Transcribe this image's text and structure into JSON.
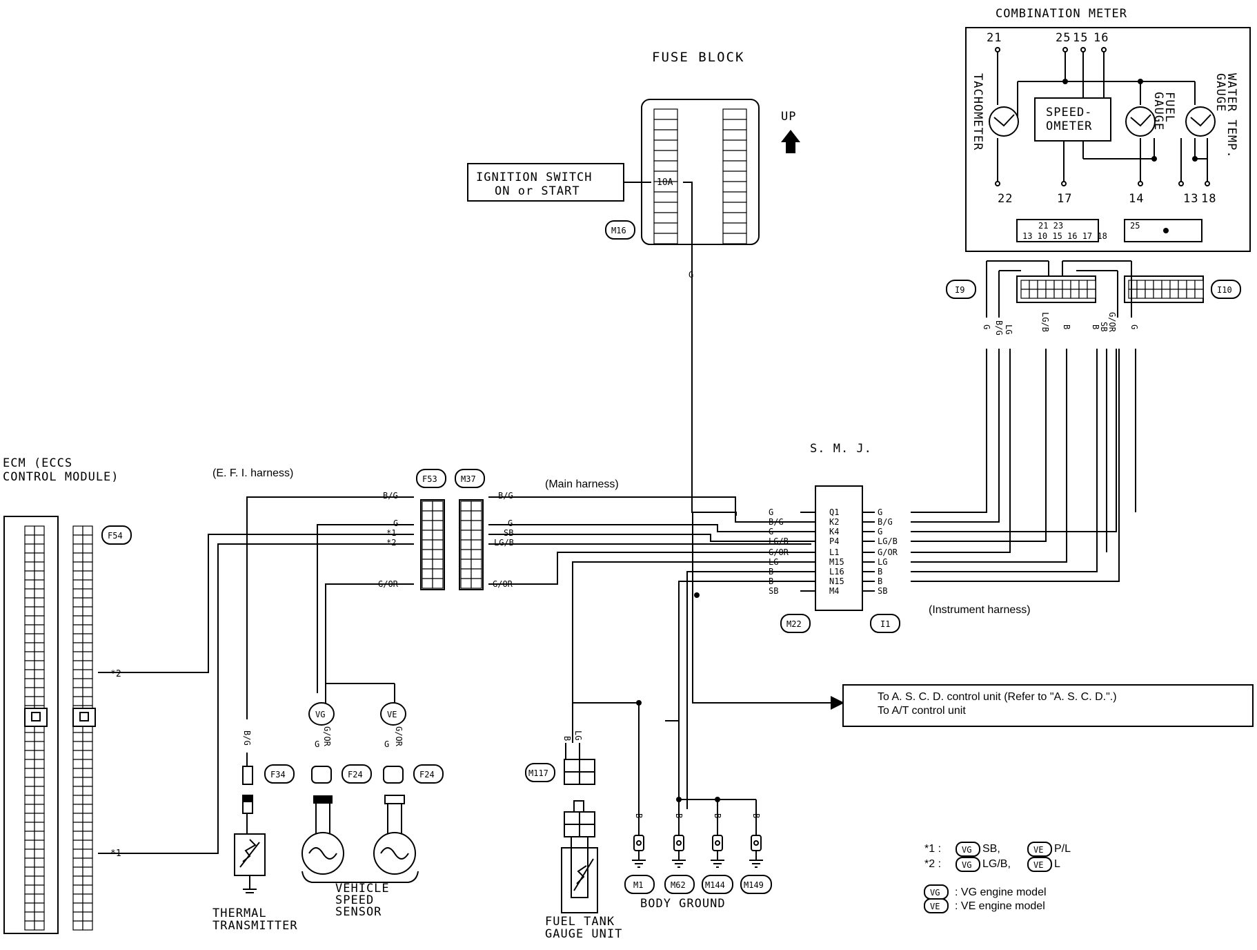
{
  "titles": {
    "fuse_block": "FUSE BLOCK",
    "combination_meter": "COMBINATION METER",
    "ecm_line1": "ECM (ECCS",
    "ecm_line2": "CONTROL MODULE)",
    "smj": "S. M. J.",
    "efi_harness": "(E. F. I. harness)",
    "main_harness": "(Main harness)",
    "instrument_harness": "(Instrument harness)",
    "up": "UP"
  },
  "ignition": {
    "line1": "IGNITION SWITCH",
    "line2": "ON or START",
    "fuse": "10A"
  },
  "meter": {
    "tachometer": "TACHOMETER",
    "speedometer_1": "SPEED-",
    "speedometer_2": "OMETER",
    "fuel_gauge_1": "FUEL",
    "fuel_gauge_2": "GAUGE",
    "water_temp_1": "WATER TEMP.",
    "water_temp_2": "GAUGE",
    "pins_top": [
      "21",
      "25",
      "15",
      "16"
    ],
    "pins_bottom": [
      "22",
      "17",
      "14",
      "13",
      "18"
    ],
    "conn_a_top": "21  23",
    "conn_a_bot": "13 10 15  16 17 18",
    "conn_b": "25"
  },
  "connectors": {
    "m16": "M16",
    "i9": "I9",
    "i10": "I10",
    "f53": "F53",
    "m37": "M37",
    "f54": "F54",
    "m22": "M22",
    "i1": "I1",
    "f34": "F34",
    "f24a": "F24",
    "f24b": "F24",
    "m117": "M117",
    "m1": "M1",
    "m62": "M62",
    "m144": "M144",
    "m149": "M149"
  },
  "smj": {
    "left_colors": [
      "G",
      "B/G",
      "G",
      "LG/B",
      "G/OR",
      "LG",
      "B",
      "B",
      "SB"
    ],
    "pins": [
      "Q1",
      "K2",
      "K4",
      "P4",
      "L1",
      "M15",
      "L16",
      "N15",
      "M4"
    ],
    "right_colors": [
      "G",
      "B/G",
      "G",
      "LG/B",
      "G/OR",
      "LG",
      "B",
      "B",
      "SB"
    ]
  },
  "instrument_colors": [
    "G",
    "B/G",
    "LG",
    "LG/B",
    "B",
    "B",
    "G/OR",
    "SB",
    "G"
  ],
  "efi_colors": [
    "B/G",
    "G",
    "*1",
    "*2",
    "G/OR"
  ],
  "main_colors": [
    "B/G",
    "G",
    "SB",
    "LG/B",
    "G/OR"
  ],
  "wire_g_vertical": "G",
  "ecm_pins": [
    "*2",
    "*1"
  ],
  "sensors": {
    "vg": "VG",
    "ve": "VE",
    "vg_wires": [
      "G",
      "G/OR"
    ],
    "ve_wires": [
      "G",
      "G/OR"
    ],
    "f34_wire": "B/G",
    "m117_wires": [
      "B",
      "LG"
    ],
    "ground_wire": "B",
    "vss_1": "VEHICLE",
    "vss_2": "SPEED",
    "vss_3": "SENSOR",
    "thermal_1": "THERMAL",
    "thermal_2": "TRANSMITTER",
    "fuel_tank_1": "FUEL TANK",
    "fuel_tank_2": "GAUGE UNIT",
    "body_ground": "BODY GROUND"
  },
  "ascd": {
    "line1": "To A. S. C. D. control unit (Refer to \"A. S. C. D.\".)",
    "line2": "To A/T  control unit"
  },
  "legend": {
    "n1_star": "*1 :",
    "n1_vg": "VG",
    "n1_vg_val": "SB,",
    "n1_ve": "VE",
    "n1_ve_val": "P/L",
    "n2_star": "*2 :",
    "n2_vg": "VG",
    "n2_vg_val": "LG/B,",
    "n2_ve": "VE",
    "n2_ve_val": "L",
    "vg_tag": "VG",
    "vg_desc": ": VG engine model",
    "ve_tag": "VE",
    "ve_desc": ": VE engine model"
  }
}
